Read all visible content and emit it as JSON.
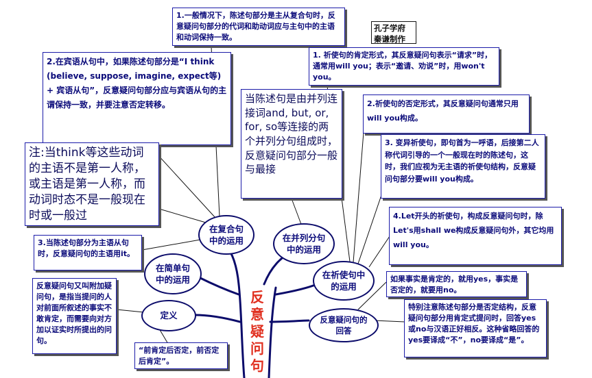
{
  "credit": {
    "line1": "孔子学府",
    "line2": "秦谦制作"
  },
  "title": "反意疑问句",
  "ovals": {
    "compound": "在复合句中的运用",
    "coordinate": "在并列分句中的运用",
    "simple": "在简单句中的运用",
    "imperative": "在祈使句中的运用",
    "definition": "定义",
    "answer": "反意疑问句的回答"
  },
  "boxes": {
    "compound_1": "1.一般情况下，陈述句部分是主从复合句时，反意疑问句部分的代词和助动词应与主句中的主语和动词保持一致。",
    "compound_2": "2.在宾语从句中，如果陈述句部分是“I think (believe, suppose, imagine, expect等) + 宾语从句”，反意疑问句部分应与宾语从句的主谓保持一致，并要注意否定转移。",
    "note": "注:当think等这些动词的主语不是第一人称，或主语是第一人称，而动词时态不是一般现在时或一般过",
    "coordinate": "当陈述句是由并列连接词and, but, or, for, so等连接的两个并列分句组成时，反意疑问句部分一般与最接",
    "compound_3": "3.当陈述句部分为主语从句时，反意疑问句的主语用it。",
    "imperative_1": "1. 祈使句的肯定形式，其反意疑问句表示“请求”时，通常用will you；表示“邀请、劝说”时，用won't you。",
    "imperative_2": "2.祈使句的否定形式，其反意疑问句通常只用will you构成。",
    "imperative_3": "3. 变异祈使句，即句首为一呼语，后接第二人称代词引导的一个一般现在时的陈述句，这时，我们应视为无主语的祈使句结构，反意疑问句部分要will you构成。",
    "imperative_4": "4.Let开头的祈使句，构成反意疑问句时，除Let's用shall we构成反意疑问句外，其它均用will you。",
    "answer_1": "如果事实是肯定的，就用yes，事实是否定的，就要用no。",
    "answer_2": "特别注意陈述句部分是否定结构，反意疑问句部分用肯定式提问时，回答yes或no与汉语正好相反。这种省略回答的yes要译成“不”，no要译成“是”。",
    "definition_1": "反意疑问句又叫附加疑问句，是指当提问的人对前面所叙述的事实不敢肯定，而需要向对方加以证实时所提出的问句。",
    "definition_2": "“前肯定后否定，前否定后肯定”。"
  },
  "colors": {
    "ink": "#0b0b7a",
    "title": "#e03020",
    "trunk": "#0b0b6a"
  }
}
